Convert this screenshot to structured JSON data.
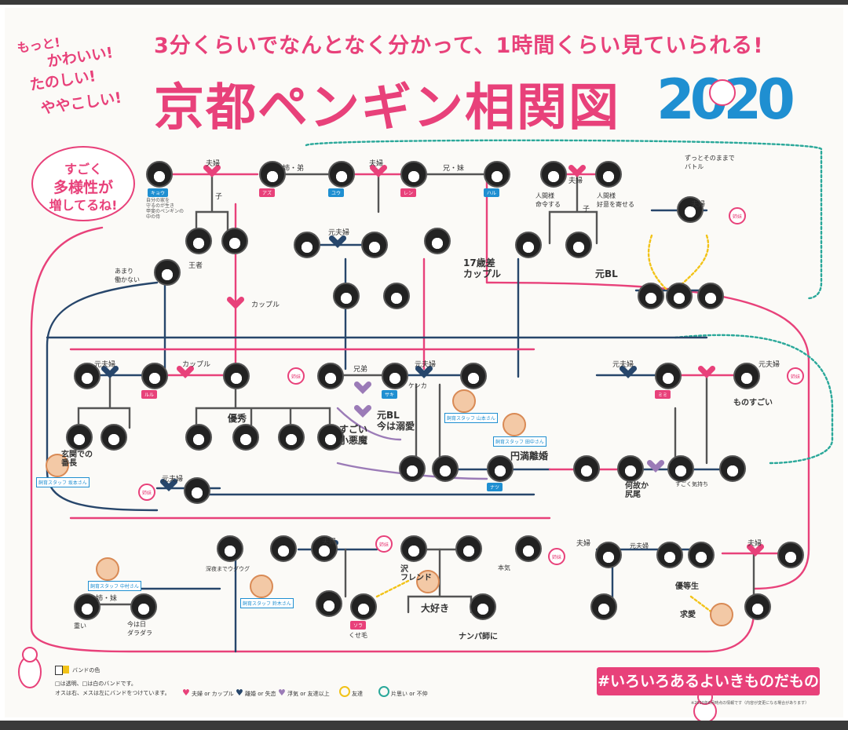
{
  "header": {
    "side_line1": "もっと!",
    "side_line2": "かわいい!",
    "side_line3": "たのしい!",
    "side_line4": "ややこしい!",
    "tagline": "3分くらいでなんとなく分かって、1時間くらい見ていられる!",
    "title": "京都ペンギン相関図",
    "year": "2020"
  },
  "bubble": {
    "line1": "すごく",
    "line2": "多様性が",
    "line3": "増してるね!"
  },
  "relationship_labels": {
    "couple": "カップル",
    "fuufu": "夫婦",
    "moto_fuufu": "元夫婦",
    "kyoudai": "兄弟",
    "oyako": "子",
    "ane_otouto": "姉・弟",
    "ani_imouto": "兄・妹",
    "ane_imouto": "姉・妹"
  },
  "notes": {
    "ikigai": "自分の家を\n守るのが生き\n甲斐のペンギンの\n中の侍",
    "batoru": "ずっとそのままで\nバトル",
    "ningen": "人間様\n命令する",
    "kouiwo": "人間様\n好意を寄せる",
    "kyujun": "17歳差\nカップル",
    "moto_bl_top": "元BL",
    "hatarakanai": "あまり\n働かない",
    "oushou": "王者",
    "yuushuu": "優秀",
    "sugoi_shoubi": "すごい\n小悪魔",
    "moto_bl_mid": "元BL\n今は溺愛",
    "genkan": "玄関での\n番長",
    "enman": "円満離婚",
    "ossan": "何故か\n尻尾",
    "daisuki": "大好き",
    "nanpa": "ナンパ師に",
    "fuufu_cat": "元夫婦",
    "omoi": "重い",
    "yuutousei": "優等生",
    "kyuuai": "求愛",
    "tsukimatoi": "くせ毛",
    "jiken": "今は日\nダラダラ",
    "shiniya": "深夜までウグウグ",
    "kenka": "ケンカ",
    "mono": "ものすごい",
    "zehi": "すごく気持ち",
    "sakaenai": "沢\nフレンド",
    "honkou": "本気",
    "konzu": "浮気 or 友達以上"
  },
  "pills": {
    "p1": "キョウ",
    "p2": "アズ",
    "p3": "ユウ",
    "p4": "レン",
    "p5": "ハル",
    "p6": "ルル",
    "p7": "サキ",
    "p8": "ミミ",
    "p9": "ナツ",
    "p10": "ソラ"
  },
  "staff": {
    "s1": "飼育スタッフ\n坂本さん",
    "s2": "飼育スタッフ\n中村さん",
    "s3": "飼育スタッフ\n山本さん",
    "s4": "飼育スタッフ\n田中さん",
    "s5": "飼育スタッフ\n鈴木さん"
  },
  "tags": {
    "t1": "姉妹",
    "t2": "姉妹",
    "t3": "姉妹",
    "t4": "姉妹",
    "t5": "姉妹",
    "t6": "姉妹"
  },
  "legend": {
    "band_color": "バンドの色",
    "band_note1": "□は透明、□は白のバンドです。",
    "band_note2": "オスは右、メスは左にバンドをつけています。",
    "l_couple": "夫婦 or カップル",
    "l_exwife": "離婚 or 失恋",
    "l_affair": "浮気 or 友達以上",
    "l_friend": "友達",
    "l_unknown": "片思い or 不仲"
  },
  "hashtag": "#いろいろあるよいきものだもの",
  "footnote": "※2020年6月時点の情報です（内容が変更になる場合があります）",
  "colors": {
    "pink": "#e8417a",
    "blue": "#1f8fd1",
    "navy": "#27466b",
    "teal": "#2aa89a",
    "purple": "#9b7bb7",
    "gray": "#555555"
  }
}
